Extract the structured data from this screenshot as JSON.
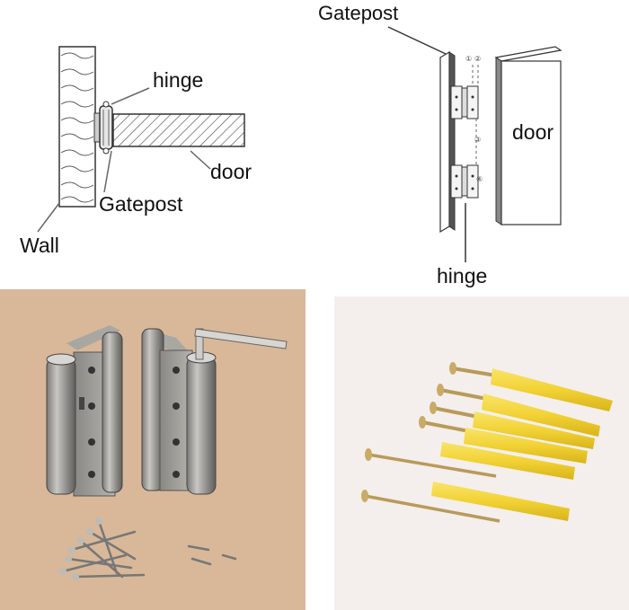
{
  "panels": {
    "side_view": {
      "labels": {
        "hinge": "hinge",
        "door": "door",
        "gatepost": "Gatepost",
        "wall": "Wall"
      }
    },
    "perspective_view": {
      "labels": {
        "gatepost": "Gatepost",
        "door": "door",
        "hinge": "hinge"
      },
      "callouts": [
        "①",
        "②",
        "③",
        "④"
      ]
    },
    "product_hinges": {},
    "product_anchors": {}
  },
  "colors": {
    "photo_background_left": "#d8b899",
    "photo_background_right": "#f4efec",
    "hinge_metal": "#9c9a96",
    "anchor_yellow": "#f2d234",
    "screw_brass": "#b89a5a"
  }
}
